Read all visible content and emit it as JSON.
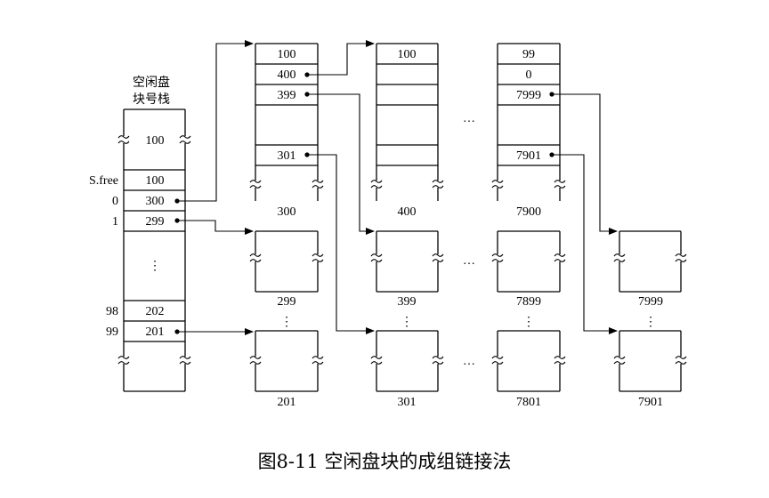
{
  "caption": "图8-11 空闲盘块的成组链接法",
  "stack": {
    "title_line1": "空闲盘",
    "title_line2": "块号栈",
    "top_value": "100",
    "sfree_label": "S.free",
    "sfree_value": "100",
    "index_0": "0",
    "value_0": "300",
    "index_1": "1",
    "value_1": "299",
    "index_98": "98",
    "value_98": "202",
    "index_99": "99",
    "value_99": "201"
  },
  "block300": {
    "rows": [
      "100",
      "400",
      "399",
      "301"
    ],
    "name": "300"
  },
  "block400": {
    "rows": [
      "100"
    ],
    "name": "400"
  },
  "block7900": {
    "rows": [
      "99",
      "0",
      "7999",
      "7901"
    ],
    "name": "7900"
  },
  "data_blocks": {
    "b299": "299",
    "b399": "399",
    "b7899": "7899",
    "b7999": "7999",
    "b201": "201",
    "b301": "301",
    "b7801": "7801",
    "b7901": "7901"
  },
  "dots": {
    "ellipsis": "…",
    "vertical": "⋮"
  }
}
